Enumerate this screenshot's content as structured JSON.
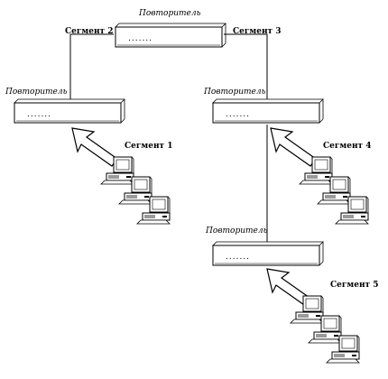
{
  "diagram": {
    "repeaters": [
      {
        "id": "top",
        "label": "Повторитель",
        "dots": "......."
      },
      {
        "id": "left",
        "label": "Повторитель",
        "dots": "......."
      },
      {
        "id": "right",
        "label": "Повторитель",
        "dots": "......."
      },
      {
        "id": "bottom",
        "label": "Повторитель",
        "dots": "......."
      }
    ],
    "segments": {
      "seg1": "Сегмент 1",
      "seg2": "Сегмент 2",
      "seg3": "Сегмент 3",
      "seg4": "Сегмент 4",
      "seg5": "Сегмент 5"
    }
  }
}
